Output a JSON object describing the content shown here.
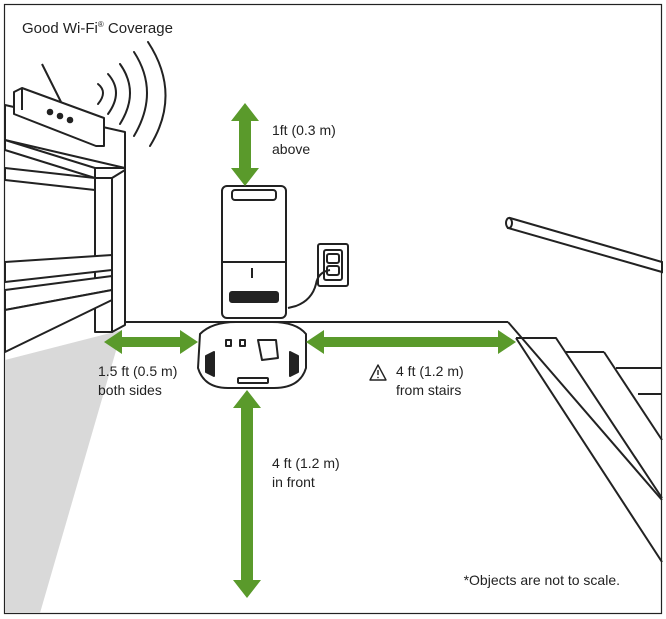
{
  "title": {
    "main": "Good Wi-Fi",
    "reg": "®",
    "suffix": " Coverage"
  },
  "clearances": {
    "above": {
      "line1": "1ft (0.3 m)",
      "line2": "above"
    },
    "sides": {
      "line1": "1.5 ft (0.5 m)",
      "line2": "both sides"
    },
    "stairs": {
      "line1": "4 ft (1.2 m)",
      "line2": "from stairs"
    },
    "front": {
      "line1": "4 ft (1.2 m)",
      "line2": "in front"
    }
  },
  "footnote": "*Objects are not to scale.",
  "colors": {
    "arrow": "#5a9a2b",
    "outline": "#222222",
    "shadow": "#d9d9d9",
    "background": "#ffffff"
  },
  "icons": [
    "router-icon",
    "wifi-waves-icon",
    "dock-icon",
    "outlet-icon",
    "warning-icon",
    "stairs-icon"
  ]
}
